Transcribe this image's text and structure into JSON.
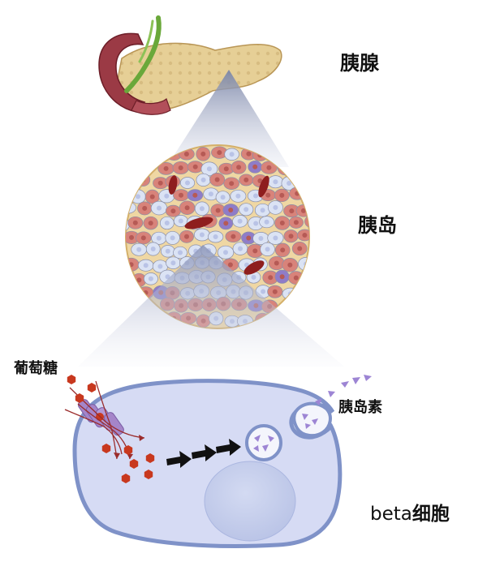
{
  "labels": {
    "pancreas": "胰腺",
    "islet": "胰岛",
    "glucose": "葡萄糖",
    "insulin": "胰岛素",
    "beta_prefix": "beta",
    "beta_suffix": "细胞"
  },
  "colors": {
    "pancreas_tissue": "#e6cf96",
    "duodenum": "#9b3a45",
    "bile_duct": "#6aa83a",
    "alpha_cell": "#d8837a",
    "beta_cell_small": "#dbe3f4",
    "delta_cell": "#8f7cc8",
    "capillary": "#8e1e1e",
    "stroma": "#efd7a3",
    "beta_cell_body": "#d6dbf4",
    "beta_cell_outline": "#7f92c8",
    "nucleus": "#c5cdec",
    "glucose_hex": "#c8381e",
    "transporter": "#a585c9",
    "insulin_triangle": "#9d85d4",
    "arrow": "#111111"
  }
}
